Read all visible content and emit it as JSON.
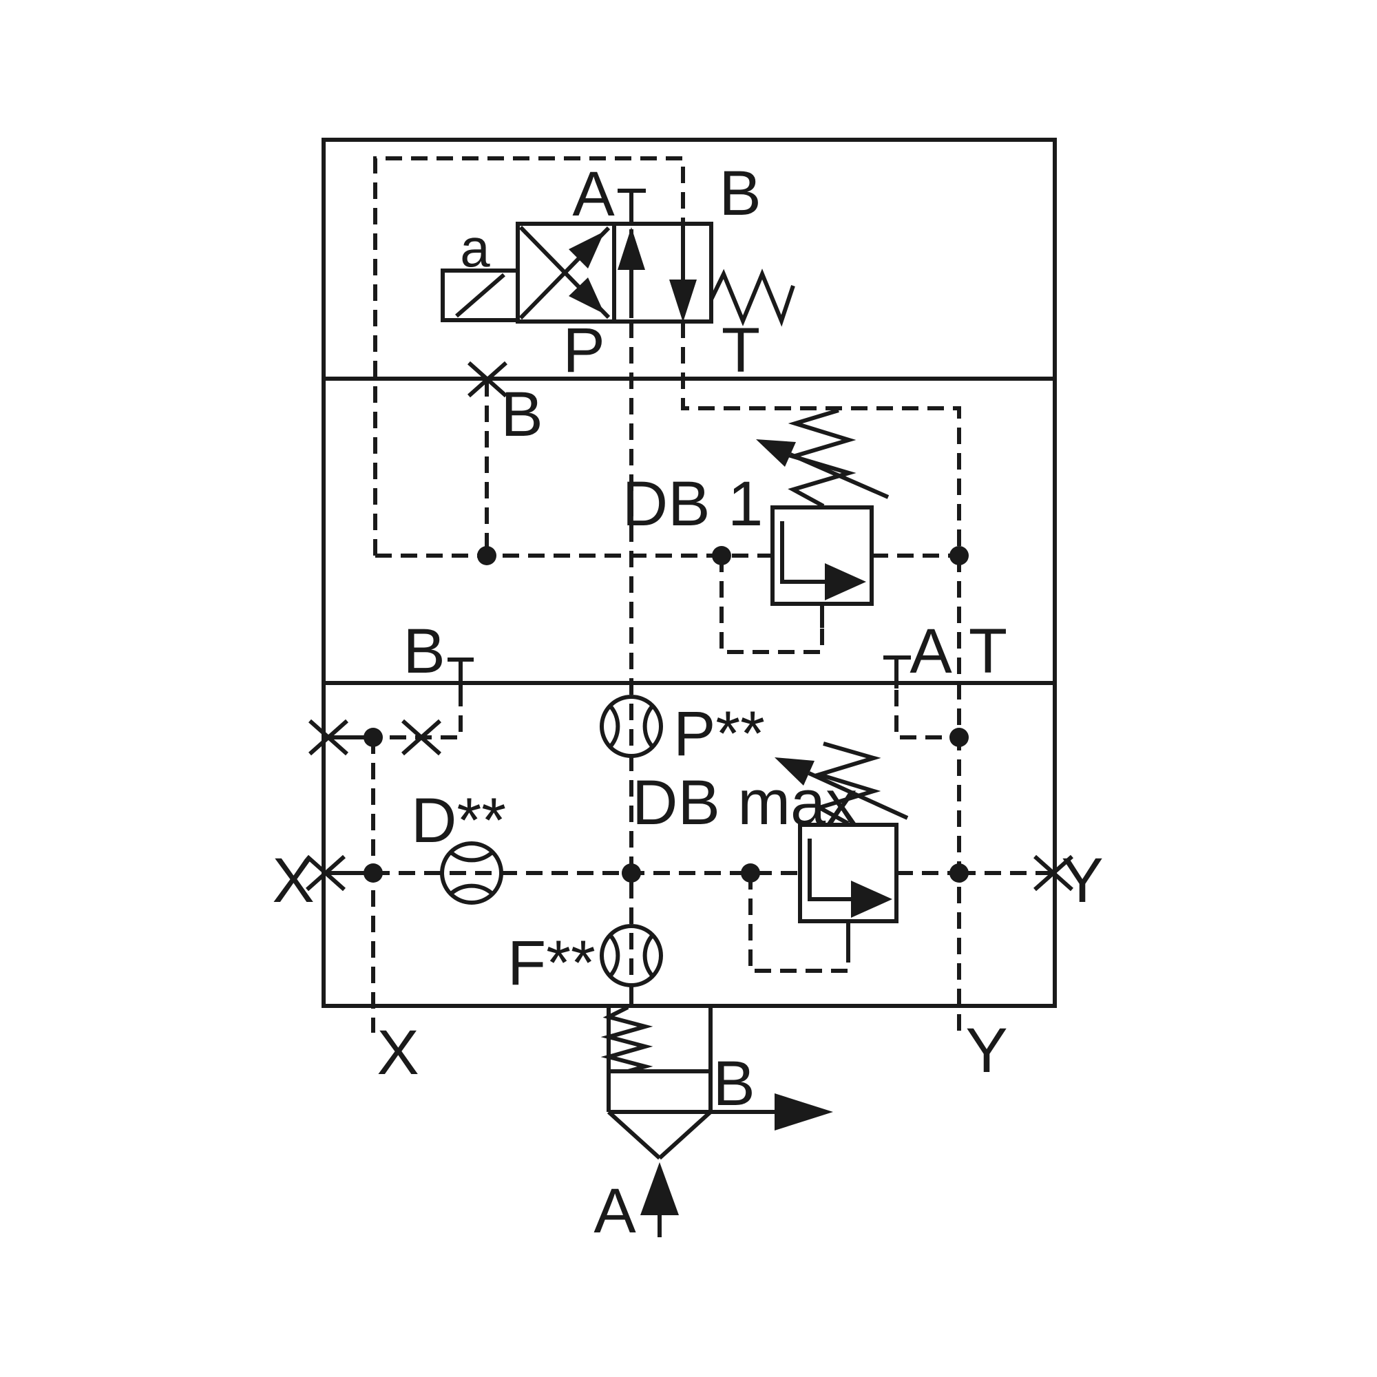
{
  "diagram": {
    "type": "hydraulic-valve-circuit",
    "colors": {
      "ink": "#1a1a1a",
      "background": "#ffffff"
    },
    "labels": {
      "solenoid": "a",
      "valve_port_a": "A",
      "valve_port_b": "B",
      "valve_port_p": "P",
      "valve_port_t": "T",
      "plug_b": "B",
      "relief_db1": "DB 1",
      "work_port_b": "B",
      "work_port_a": "A",
      "work_port_t": "T",
      "gauge_p": "P**",
      "relief_db_max": "DB max",
      "gauge_d": "D**",
      "gauge_f": "F**",
      "port_x_side": "X",
      "port_y_side": "Y",
      "port_x_bottom": "X",
      "port_y_bottom": "Y",
      "outlet_b": "B",
      "inlet_a": "A"
    }
  }
}
